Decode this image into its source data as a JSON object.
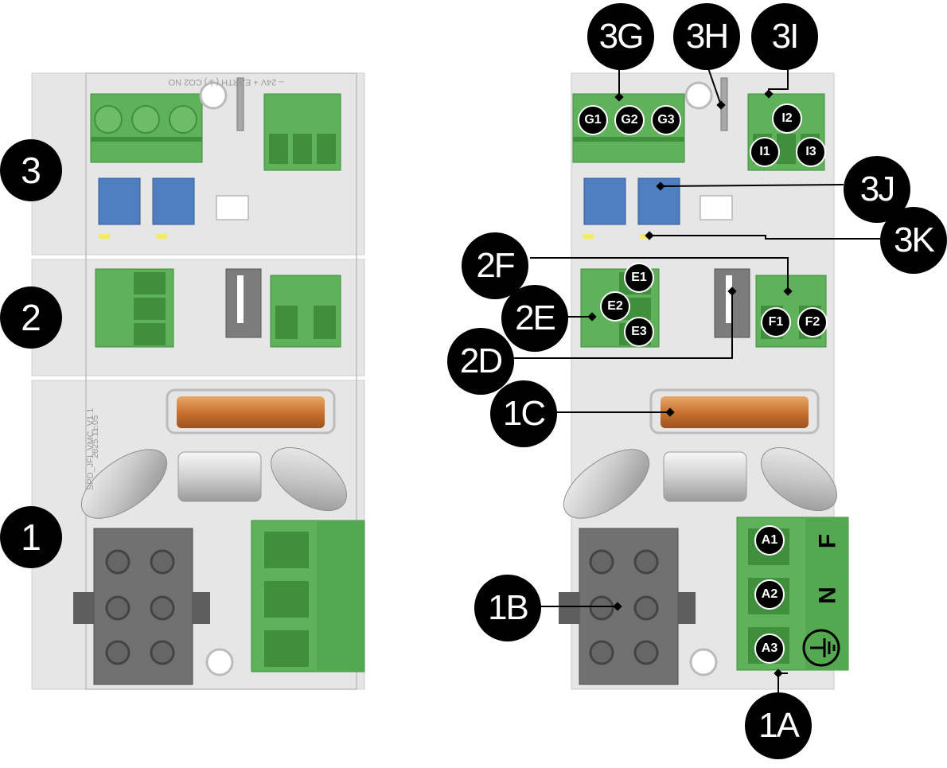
{
  "left_board": {
    "sections": [
      {
        "id": "s3",
        "label": "3"
      },
      {
        "id": "s2",
        "label": "2"
      },
      {
        "id": "s1",
        "label": "1"
      }
    ],
    "silkscreen": {
      "top_row": "– 24V + EARTH (⏚) CO2 NO",
      "version": "SPD_JFI_VMC_V1.1",
      "date": "2025.11.05"
    }
  },
  "right_board": {
    "callouts": [
      {
        "id": "3G",
        "label": "3G"
      },
      {
        "id": "3H",
        "label": "3H"
      },
      {
        "id": "3I",
        "label": "3I"
      },
      {
        "id": "3J",
        "label": "3J"
      },
      {
        "id": "3K",
        "label": "3K"
      },
      {
        "id": "2F",
        "label": "2F"
      },
      {
        "id": "2E",
        "label": "2E"
      },
      {
        "id": "2D",
        "label": "2D"
      },
      {
        "id": "1C",
        "label": "1C"
      },
      {
        "id": "1B",
        "label": "1B"
      },
      {
        "id": "1A",
        "label": "1A"
      }
    ],
    "pins": [
      {
        "id": "G1",
        "label": "G1"
      },
      {
        "id": "G2",
        "label": "G2"
      },
      {
        "id": "G3",
        "label": "G3"
      },
      {
        "id": "I1",
        "label": "I1"
      },
      {
        "id": "I2",
        "label": "I2"
      },
      {
        "id": "I3",
        "label": "I3"
      },
      {
        "id": "E1",
        "label": "E1"
      },
      {
        "id": "E2",
        "label": "E2"
      },
      {
        "id": "E3",
        "label": "E3"
      },
      {
        "id": "F1",
        "label": "F1"
      },
      {
        "id": "F2",
        "label": "F2"
      },
      {
        "id": "A1",
        "label": "A1"
      },
      {
        "id": "A2",
        "label": "A2"
      },
      {
        "id": "A3",
        "label": "A3"
      }
    ],
    "terminal_markings": {
      "a1": "F",
      "a2": "N"
    }
  },
  "colors": {
    "pcb": "#e3e3e3",
    "green_terminal": "#5fb25a",
    "green_dark": "#3f8f3c",
    "blue_pot": "#4f7fc0",
    "fuse": "#d6813a",
    "connector_gray": "#6e6e6e",
    "callout": "#000000"
  }
}
